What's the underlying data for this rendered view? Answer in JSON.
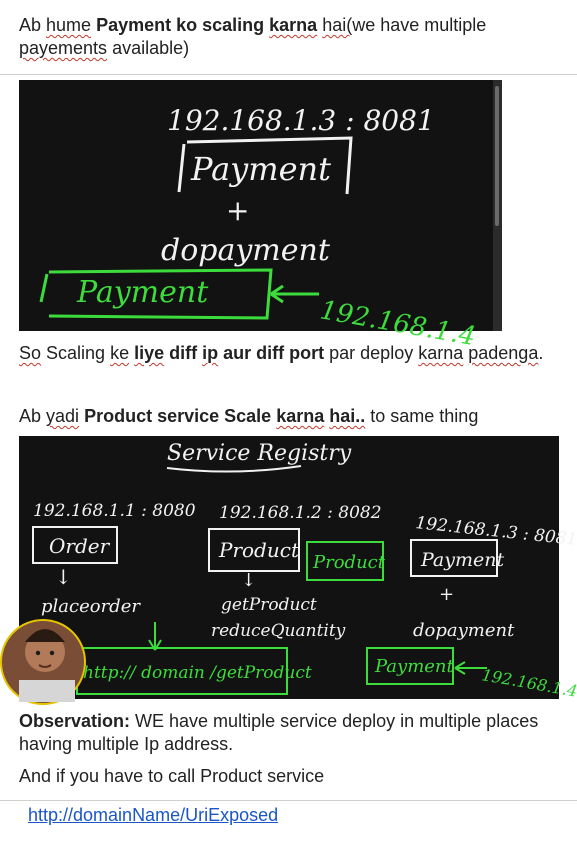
{
  "para1": {
    "s1": "Ab ",
    "s2": "hume",
    "s3": " ",
    "s4": "Payment ko scaling ",
    "s5": "karna",
    "s6": " ",
    "s7": "hai(",
    "s8": "we have multiple ",
    "s9": "payements",
    "s10": " available)"
  },
  "image1": {
    "ip_top": "192.168.1.3 : 8081",
    "box_label": "Payment",
    "plus": "+",
    "func": "dopayment",
    "box_bottom": "Payment",
    "ip_bottom": "192.168.1.4"
  },
  "para2": {
    "s1": "So",
    "s2": " Scaling ",
    "s3": "ke",
    "s4": " ",
    "s5": "liye",
    "s6": " diff ",
    "s7": "ip",
    "s8": " aur diff port",
    "s9": " par deploy ",
    "s10": "karna",
    "s11": " ",
    "s12": "padenga",
    "s13": "."
  },
  "para3": {
    "s1": "Ab ",
    "s2": "yadi",
    "s3": " ",
    "s4": "Product service Scale ",
    "s5": "karna",
    "s6": " ",
    "s7": "hai..",
    "s8": " to same thing"
  },
  "image2": {
    "title": "Service Registry",
    "ip1": "192.168.1.1 : 8080",
    "ip2": "192.168.1.2 : 8082",
    "ip3": "192.168.1.3 : 8081",
    "box1": "Order",
    "box2": "Product",
    "box2b": "Product",
    "box3": "Payment",
    "fn1": "placeorder",
    "fn2a": "getProduct",
    "fn2b": "reduceQuantity",
    "fn3": "dopayment",
    "url_box": "http:// domain /getProduct",
    "pay_bottom": "Payment",
    "ip_bottom": "192.168.1.4"
  },
  "para4": {
    "label": "Observation:",
    "text": " WE have multiple service deploy in multiple places having multiple Ip address."
  },
  "para5": {
    "text": "And if you have to call Product service"
  },
  "link": {
    "text": "http://domainName/UriExposed"
  },
  "colors": {
    "chalk": "#f2f2f2",
    "green": "#3ddc3d",
    "link": "#1a56c8",
    "board": "#121212"
  }
}
